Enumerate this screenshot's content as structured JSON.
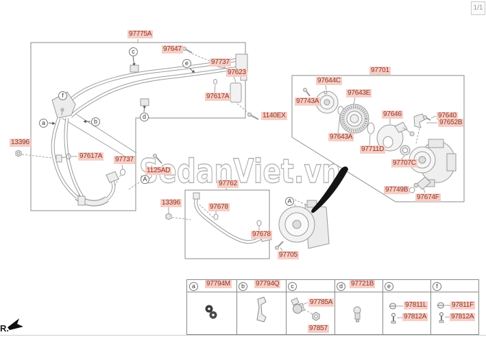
{
  "page": {
    "indicator": "1/1",
    "fr_label": "R."
  },
  "watermark": {
    "text": "SedanViet.vn"
  },
  "diagram": {
    "callout_letters": {
      "a": "a",
      "b": "b",
      "c": "c",
      "d": "d",
      "e": "e",
      "f": "f",
      "A_left": "A",
      "A_right": "A"
    },
    "labels": {
      "p97775A": "97775A",
      "p97647": "97647",
      "p97737_top": "97737",
      "p97623": "97623",
      "p97617A_right": "97617A",
      "p1140EX": "1140EX",
      "p13396_left": "13396",
      "p97617A_left": "97617A",
      "p97737_bottom": "97737",
      "p1125AD": "1125AD",
      "p97762": "97762",
      "p13396_mid": "13396",
      "p97678_upper": "97678",
      "p97678_lower": "97678",
      "p97705": "97705",
      "p97701": "97701",
      "p97644C": "97644C",
      "p97743A": "97743A",
      "p97643E": "97643E",
      "p97643A": "97643A",
      "p97711D": "97711D",
      "p97646": "97646",
      "p97640": "97640",
      "p97652B": "97652B",
      "p97707C": "97707C",
      "p97749B": "97749B",
      "p97674F": "97674F"
    }
  },
  "table": {
    "columns": [
      {
        "letter": "a",
        "header": "97794M",
        "items": []
      },
      {
        "letter": "b",
        "header": "97794Q",
        "items": []
      },
      {
        "letter": "c",
        "header": "",
        "items": [
          "97785A",
          "97857"
        ]
      },
      {
        "letter": "d",
        "header": "97721B",
        "items": []
      },
      {
        "letter": "e",
        "header": "",
        "items": [
          "97811L",
          "97812A"
        ]
      },
      {
        "letter": "f",
        "header": "",
        "items": [
          "97811F",
          "97812A"
        ]
      }
    ]
  },
  "colors": {
    "label_bg": "#f6cec6",
    "label_text": "#8e3424",
    "line": "#8a8a8a",
    "watermark": "#b3b3b3"
  }
}
